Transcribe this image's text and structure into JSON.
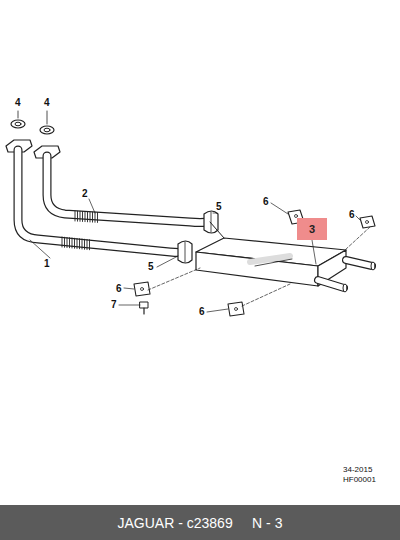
{
  "diagram": {
    "nodes": [
      {
        "text": [
          "3"
        ]
      },
      {
        "text": [
          "JAGUAR - c23869     N - 3"
        ]
      }
    ],
    "labels": [
      "4",
      "4",
      "2",
      "1",
      "5",
      "5",
      "6",
      "6",
      "6",
      "6",
      "7",
      "34-2015",
      "HF00001"
    ]
  }
}
